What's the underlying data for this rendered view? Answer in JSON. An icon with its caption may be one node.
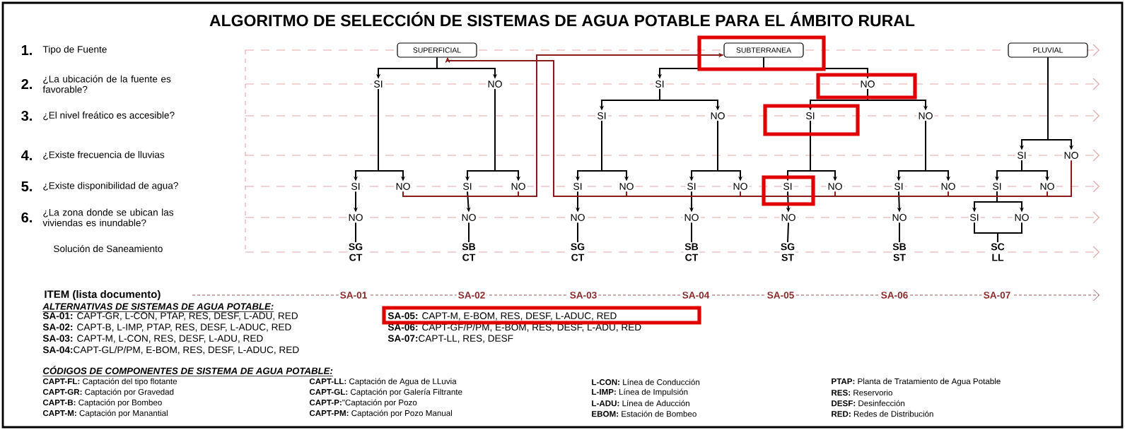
{
  "diagram": {
    "title": "ALGORITMO DE SELECCIÓN DE SISTEMAS DE AGUA POTABLE PARA EL ÁMBITO RURAL",
    "nodes": [
      {
        "text": [
          "SUPERFICIAL"
        ]
      },
      {
        "text": [
          "SUBTERRANEA"
        ]
      },
      {
        "text": [
          "PLUVIAL"
        ]
      },
      {
        "text": [
          "SI"
        ]
      },
      {
        "text": [
          "NO"
        ]
      },
      {
        "text": [
          "SI"
        ]
      },
      {
        "text": [
          "NO"
        ]
      },
      {
        "text": [
          "SI"
        ]
      },
      {
        "text": [
          "NO"
        ]
      },
      {
        "text": [
          "SI"
        ]
      },
      {
        "text": [
          "NO"
        ]
      },
      {
        "text": [
          "SI"
        ]
      },
      {
        "text": [
          "NO"
        ]
      },
      {
        "text": [
          "SI"
        ]
      },
      {
        "text": [
          "NO"
        ]
      },
      {
        "text": [
          "SI"
        ]
      },
      {
        "text": [
          "NO"
        ]
      },
      {
        "text": [
          "SI"
        ]
      },
      {
        "text": [
          "NO"
        ]
      },
      {
        "text": [
          "SI"
        ]
      },
      {
        "text": [
          "NO"
        ]
      },
      {
        "text": [
          "SI"
        ]
      },
      {
        "text": [
          "NO"
        ]
      },
      {
        "text": [
          "SI"
        ]
      },
      {
        "text": [
          "NO"
        ]
      },
      {
        "text": [
          "SI"
        ]
      },
      {
        "text": [
          "NO"
        ]
      },
      {
        "text": [
          "NO"
        ]
      },
      {
        "text": [
          "NO"
        ]
      },
      {
        "text": [
          "NO"
        ]
      },
      {
        "text": [
          "NO"
        ]
      },
      {
        "text": [
          "NO"
        ]
      },
      {
        "text": [
          "NO"
        ]
      },
      {
        "text": [
          "SI"
        ]
      },
      {
        "text": [
          "NO"
        ]
      },
      {
        "text": [
          "SG",
          "CT"
        ]
      },
      {
        "text": [
          "SB",
          "CT"
        ]
      },
      {
        "text": [
          "SG",
          "CT"
        ]
      },
      {
        "text": [
          "SB",
          "CT"
        ]
      },
      {
        "text": [
          "SG",
          "ST"
        ]
      },
      {
        "text": [
          "SB",
          "ST"
        ]
      },
      {
        "text": [
          "SC",
          "LL"
        ]
      }
    ],
    "edges": [
      {
        "from": 0,
        "to": 3,
        "arrow": "to"
      },
      {
        "from": 0,
        "to": 4,
        "arrow": "to"
      },
      {
        "from": 1,
        "to": 5,
        "arrow": "to"
      },
      {
        "from": 1,
        "to": 6,
        "arrow": "to"
      },
      {
        "from": 2,
        "to": 11,
        "arrow": "to"
      },
      {
        "from": 2,
        "to": 12,
        "arrow": "to"
      },
      {
        "from": 5,
        "to": 7,
        "arrow": "to"
      },
      {
        "from": 5,
        "to": 8,
        "arrow": "to"
      },
      {
        "from": 6,
        "to": 9,
        "arrow": "to"
      },
      {
        "from": 6,
        "to": 10,
        "arrow": "to"
      },
      {
        "from": 3,
        "to": 13,
        "arrow": "to"
      },
      {
        "from": 3,
        "to": 14,
        "arrow": "to"
      },
      {
        "from": 4,
        "to": 15,
        "arrow": "to"
      },
      {
        "from": 4,
        "to": 16,
        "arrow": "to"
      },
      {
        "from": 7,
        "to": 17,
        "arrow": "to"
      },
      {
        "from": 7,
        "to": 18,
        "arrow": "to"
      },
      {
        "from": 8,
        "to": 19,
        "arrow": "to"
      },
      {
        "from": 8,
        "to": 20,
        "arrow": "to"
      },
      {
        "from": 9,
        "to": 21,
        "arrow": "to"
      },
      {
        "from": 9,
        "to": 22,
        "arrow": "to"
      },
      {
        "from": 10,
        "to": 23,
        "arrow": "to"
      },
      {
        "from": 10,
        "to": 24,
        "arrow": "to"
      },
      {
        "from": 11,
        "to": 25,
        "arrow": "to"
      },
      {
        "from": 11,
        "to": 26,
        "arrow": "to"
      },
      {
        "from": 13,
        "to": 27,
        "arrow": "to"
      },
      {
        "from": 15,
        "to": 28,
        "arrow": "to"
      },
      {
        "from": 17,
        "to": 29,
        "arrow": "to"
      },
      {
        "from": 19,
        "to": 30,
        "arrow": "to"
      },
      {
        "from": 21,
        "to": 31,
        "arrow": "to"
      },
      {
        "from": 23,
        "to": 32,
        "arrow": "to"
      },
      {
        "from": 25,
        "to": 33,
        "arrow": "to"
      },
      {
        "from": 25,
        "to": 34,
        "arrow": "to"
      },
      {
        "from": 27,
        "to": 35,
        "arrow": "none"
      },
      {
        "from": 28,
        "to": 36,
        "arrow": "none"
      },
      {
        "from": 29,
        "to": 37,
        "arrow": "none"
      },
      {
        "from": 30,
        "to": 38,
        "arrow": "none"
      },
      {
        "from": 31,
        "to": 39,
        "arrow": "none"
      },
      {
        "from": 32,
        "to": 40,
        "arrow": "none"
      },
      {
        "from": 33,
        "to": 41,
        "arrow": "none"
      },
      {
        "from": 34,
        "to": 41,
        "arrow": "none"
      },
      {
        "from": 14,
        "to": 1,
        "arrow": "to",
        "color": "#8b1a1a"
      },
      {
        "from": 16,
        "to": 1,
        "arrow": "to",
        "color": "#8b1a1a"
      },
      {
        "from": 18,
        "to": 0,
        "arrow": "to",
        "color": "#8b1a1a"
      },
      {
        "from": 20,
        "to": 0,
        "arrow": "to",
        "color": "#8b1a1a"
      },
      {
        "from": 22,
        "to": 0,
        "arrow": "to",
        "color": "#8b1a1a"
      },
      {
        "from": 24,
        "to": 0,
        "arrow": "to",
        "color": "#8b1a1a"
      },
      {
        "from": 26,
        "to": 0,
        "arrow": "to",
        "color": "#8b1a1a"
      },
      {
        "from": 12,
        "to": 0,
        "arrow": "to",
        "color": "#8b1a1a"
      }
    ],
    "labels": [
      "1.",
      "Tipo de Fuente",
      "2.",
      "¿La ubicación de la fuente es favorable?",
      "3.",
      "¿El nivel freático es accesible?",
      "4.",
      "¿Existe frecuencia de lluvias",
      "5.",
      "¿Existe disponibilidad de agua?",
      "6.",
      "¿La zona donde se ubican las viviendas es inundable?",
      "Solución de Saneamiento",
      "ITEM (lista documento)",
      "SA-01",
      "SA-02",
      "SA-03",
      "SA-04",
      "SA-05",
      "SA-06",
      "SA-07",
      "ALTERNATIVAS DE SISTEMAS DE AGUA POTABLE:",
      "**SA-01:** CAPT-GR, L-CON, PTAP, RES, DESF, L-ADU, RED",
      "**SA-02:** CAPT-B, L-IMP, PTAP, RES, DESF, L-ADUC, RED",
      "**SA-03:** CAPT-M, L-CON, RES, DESF, L-ADU, RED",
      "**SA-04:**CAPT-GL/P/PM, E-BOM, RES, DESF, L-ADUC, RED",
      "**SA-05:** CAPT-M, E-BOM, RES, DESF, L-ADUC, RED",
      "**SA-06:** CAPT-GF/P/PM, E-BOM, RES, DESF, L-ADU, RED",
      "**SA-07:**CAPT-LL, RES, DESF",
      "CÓDIGOS DE COMPONENTES DE SISTEMA DE AGUA POTABLE:",
      "**CAPT-FL:** Captación del tipo flotante",
      "**CAPT-GR:** Captación por Gravedad",
      "**CAPT-B:** Captación por Bombeo",
      "**CAPT-M:** Captación por Manantial",
      "**CAPT-LL:** Captación de Agua de LLuvia",
      "**CAPT-GL:** Captación por Galería Filtrante",
      "**CAPT-P:**\"Captación por Pozo",
      "**CAPT-PM:** Captación por Pozo Manual",
      "**L-CON:** Línea de Conducción",
      "**L-IMP:** Línea de Impulsión",
      "**L-ADU:** Línea de Aducción",
      "**EBOM:** Estación de Bombeo",
      "**PTAP:** Planta de Tratamiento de Agua Potable",
      "**RES:** Reservorio",
      "**DESF:** Desinfección",
      "**RED:** Redes de Distribución"
    ]
  }
}
